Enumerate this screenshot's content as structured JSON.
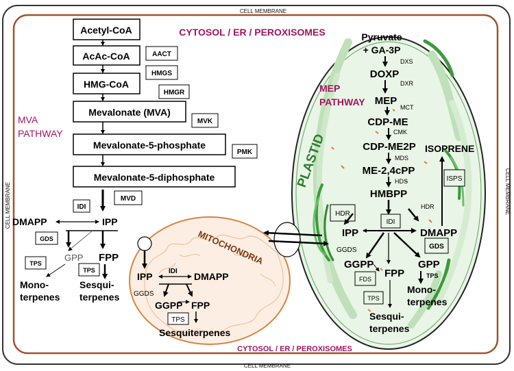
{
  "membrane": {
    "top": "CELL MEMBRANE",
    "bottom": "CELL MEMBRANE",
    "left": "CELL MEMBRANE",
    "right": "CELL MEMBRANE"
  },
  "cytosol": {
    "title_top": "CYTOSOL / ER / PEROXISOMES",
    "title_bottom": "CYTOSOL / ER / PEROXISOMES"
  },
  "mva": {
    "pathway_label": [
      "MVA",
      "PATHWAY"
    ],
    "metabolites": [
      "Acetyl-CoA",
      "AcAc-CoA",
      "HMG-CoA",
      "Mevalonate (MVA)",
      "Mevalonate-5-phosphate",
      "Mevalonate-5-diphosphate"
    ],
    "enzymes": [
      "AACT",
      "HMGS",
      "HMGR",
      "MVK",
      "PMK",
      "MVD"
    ],
    "idi": "IDI",
    "dmapp": "DMAPP",
    "ipp": "IPP",
    "gds": "GDS",
    "gpp": "GPP",
    "fpp": "FPP",
    "tps_left": "TPS",
    "tps_right": "TPS",
    "mono": [
      "Mono-",
      "terpenes"
    ],
    "sesqui": [
      "Sesqui-",
      "terpenes"
    ]
  },
  "mito": {
    "label": "MITOCHONDRIA",
    "ipp": "IPP",
    "idi": "IDI",
    "dmapp": "DMAPP",
    "ggds": "GGDS",
    "ggpp": "GGPP",
    "fpp": "FPP",
    "tps": "TPS",
    "sesqui": "Sesquiterpenes"
  },
  "plastid": {
    "label": "PLASTID",
    "pathway_label": [
      "MEP",
      "PATHWAY"
    ],
    "start": [
      "Pyruvate",
      "+ GA-3P"
    ],
    "metabolites": [
      "DOXP",
      "MEP",
      "CDP-ME",
      "CDP-ME2P",
      "ME-2,4cPP",
      "HMBPP"
    ],
    "enzymes": [
      "DXS",
      "DXR",
      "MCT",
      "CMK",
      "MDS",
      "HDS"
    ],
    "isoprene": "ISOPRENE",
    "isps": "ISPS",
    "hdr_left": "HDR",
    "hdr_right": "HDR",
    "idi": "IDI",
    "ipp": "IPP",
    "dmapp": "DMAPP",
    "ggds": "GGDS",
    "gds": "GDS",
    "ggpp": "GGPP",
    "fpp": "FPP",
    "gpp": "GPP",
    "fds": "FDS",
    "tps_mid": "TPS",
    "tps_right": "TPS",
    "mono": [
      "Mono-",
      "terpenes"
    ],
    "sesqui": [
      "Sesqui-",
      "terpenes"
    ]
  },
  "colors": {
    "membrane": "#333333",
    "cytosol_border": "#a0522d",
    "magenta": "#a0165e",
    "plastid_fill": "#e9f5e6",
    "plastid_border": "#222222",
    "thylakoid": "#3c9a3c",
    "mito_fill": "#fdeee3",
    "mito_border": "#d9833f"
  }
}
